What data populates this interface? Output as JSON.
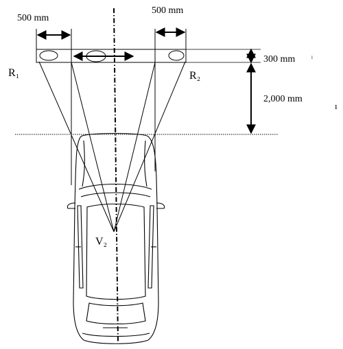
{
  "labels": {
    "dim_left_width": "500 mm",
    "dim_right_width": "500 mm",
    "dim_height_300": "300 mm",
    "dim_height_2000": "2,000 mm",
    "point_r1": "R₁",
    "point_r2": "R₂",
    "point_v2": "V₂",
    "stray_mark_1": "ˡ",
    "stray_mark_2": "ı"
  }
}
